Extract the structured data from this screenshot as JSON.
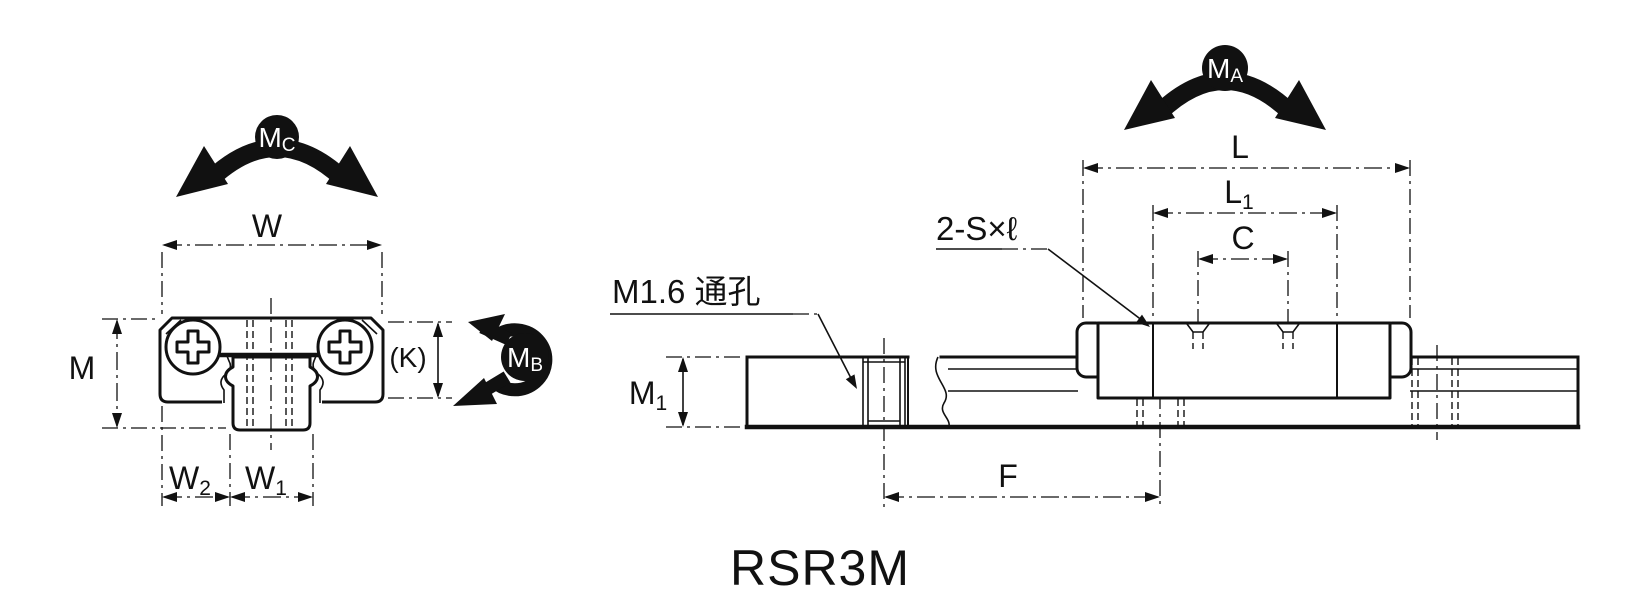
{
  "title": "RSR3M",
  "colors": {
    "ink": "#111111",
    "background": "#ffffff"
  },
  "cross_section_view": {
    "moment_rolling": {
      "base": "M",
      "sub": "C"
    },
    "moment_yawing": {
      "base": "M",
      "sub": "B"
    },
    "dim_block_width": "W",
    "dim_overall_height": "M",
    "dim_block_height": "(K)",
    "dim_rail_edge_offset": {
      "base": "W",
      "sub": "2"
    },
    "dim_rail_width": {
      "base": "W",
      "sub": "1"
    }
  },
  "side_view": {
    "moment_pitching": {
      "base": "M",
      "sub": "A"
    },
    "dim_total_length": "L",
    "dim_body_length": {
      "base": "L",
      "sub": "1"
    },
    "dim_mount_hole_pitch": "C",
    "dim_rail_hole_pitch": "F",
    "dim_rail_height": {
      "base": "M",
      "sub": "1"
    },
    "callout_mount_holes": "2-S×ℓ",
    "callout_rail_hole": "M1.6 通孔"
  }
}
